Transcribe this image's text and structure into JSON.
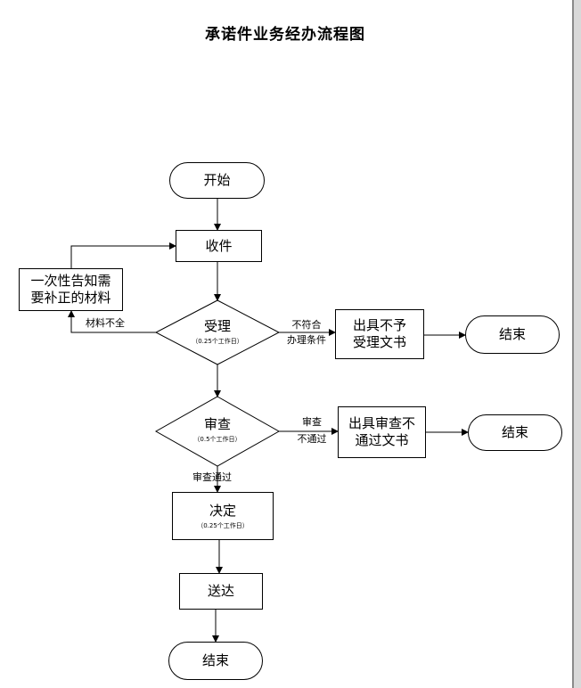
{
  "title": "承诺件业务经办流程图",
  "nodes": {
    "start": "开始",
    "receive": "收件",
    "notify": "一次性告知需要补正的材料",
    "accept": "受理",
    "accept_time": "（0.25个工作日）",
    "reject_accept": "出具不予受理文书",
    "end_accept": "结束",
    "review": "审查",
    "review_time": "（0.5个工作日）",
    "reject_review": "出具审查不通过文书",
    "end_review": "结束",
    "decide": "决定",
    "decide_time": "（0.25个工作日）",
    "deliver": "送达",
    "end": "结束"
  },
  "edge_labels": {
    "incomplete": "材料不全",
    "not_eligible_1": "不符合",
    "not_eligible_2": "办理条件",
    "review_fail_1": "审查",
    "review_fail_2": "不通过",
    "review_pass": "审查通过"
  }
}
